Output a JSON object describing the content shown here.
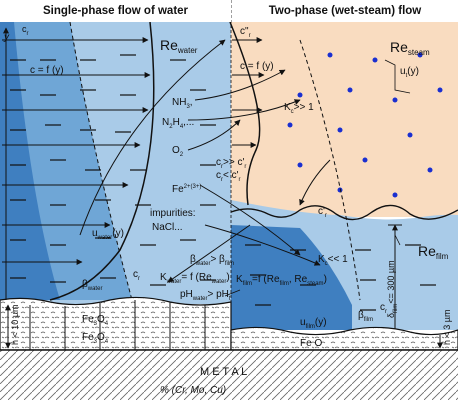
{
  "headers": {
    "left": "Single-phase flow of water",
    "right": "Two-phase (wet-steam) flow"
  },
  "axis": {
    "y": "y"
  },
  "labels": {
    "c_left": "c",
    "c_left_sub": "r",
    "c_double_prime": "c\"",
    "c_double_prime_sub": "r",
    "re_water": "Re",
    "re_water_sub": "water",
    "re_steam": "Re",
    "re_steam_sub": "steam",
    "re_film": "Re",
    "re_film_sub": "film",
    "c_eq_left": "c = f (y)",
    "c_eq_right": "c = f (y)",
    "u_t": "u",
    "u_t_sub": "t",
    "u_t_y": "(y)",
    "k_gt": "K",
    "k_gt_sub": "c",
    "k_gt_rel": ">> 1",
    "nh3": "NH",
    "nh3_sub": "3",
    "n2h4": "N",
    "n2h4_sub1": "2",
    "n2h4_mid": "H",
    "n2h4_sub2": "4",
    "n2h4_dots": ",...",
    "o2": "O",
    "o2_sub": "2",
    "c_gt": "c",
    "c_gt_sub": "r",
    "c_gt_rel": ">> c'",
    "c_gt_rel_sub": "r",
    "c_lt": "c",
    "c_lt_sub": "r",
    "c_lt_rel": "< c'",
    "c_lt_rel_sub": "r",
    "fe": "Fe",
    "fe_sup": "2+(3+)",
    "impurities": "impurities:",
    "nacl": "NaCl...",
    "u_water": "u",
    "u_water_sub": "water",
    "u_water_y": "(y)",
    "c_prime": "c'",
    "c_prime_sub": "r",
    "k_lt": "K",
    "k_lt_sub": "c",
    "k_lt_rel": "<< 1",
    "film_thickness": "δ",
    "film_thickness_sub": "film",
    "film_thickness_val": "<= 300 µm",
    "beta_water": "β",
    "beta_water_sub": "water",
    "c_r_wall": "c",
    "c_r_wall_sub": "r",
    "beta_gt": "β",
    "beta_gt_sub": "water",
    "beta_gt_rel": "> β",
    "beta_gt_rel_sub": "film",
    "k_water": "K",
    "k_water_sub": "water",
    "k_water_eq": "= f (Re",
    "k_water_eq_sub": "water",
    "k_water_close": ")",
    "k_film": "K",
    "k_film_sub": "film",
    "k_film_eq": "=f (Re",
    "k_film_eq_sub": "film",
    "k_film_mid": ", Re",
    "k_film_mid_sub": "steam",
    "k_film_close": ")",
    "ph_water": "pH",
    "ph_water_sub": "water",
    "ph_gt": "> pH",
    "ph_gt_sub": "t",
    "u_film": "u",
    "u_film_sub": "film",
    "u_film_y": "(y)",
    "beta_film": "β",
    "beta_film_sub": "film",
    "c_r_film": "c",
    "c_r_film_sub": "r",
    "h_oxide": "h < 10 µm",
    "h_film": "h < 3 µm",
    "fe3o4_a": "Fe",
    "fe3o4_a_sub1": "3",
    "fe3o4_a_mid": "O",
    "fe3o4_a_sub2": "4",
    "fe3o4_b": "Fe",
    "fe3o4_b_sub1": "3",
    "fe3o4_b_mid": "O",
    "fe3o4_b_sub2": "4",
    "feo": "Fe O",
    "metal": "M E T A L",
    "alloy": "% (Cr,      Mo,      Cu)"
  },
  "colors": {
    "water_light": "#a9cbe8",
    "water_mid": "#6fa6d6",
    "water_dark": "#3f7fc0",
    "steam_bg": "#f9dcc0",
    "droplet": "#1a2fd0",
    "oxide_bg": "#ffffff",
    "line": "#111111"
  },
  "icons": {
    "droplet": "droplet-icon",
    "arrow": "arrow-icon"
  }
}
